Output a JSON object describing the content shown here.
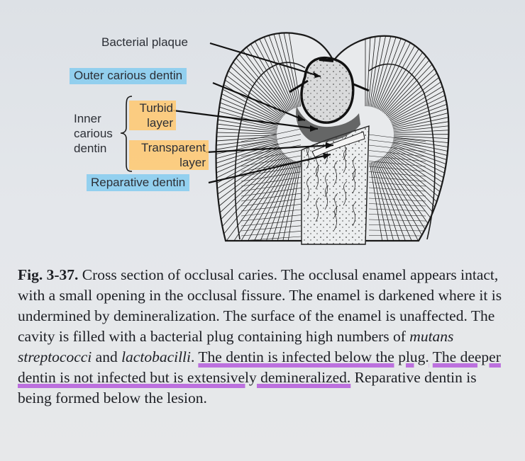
{
  "figure": {
    "labels": {
      "bacterial_plaque": "Bacterial plaque",
      "outer_carious_dentin": "Outer carious dentin",
      "inner_carious_dentin": "Inner carious dentin",
      "turbid_layer": "Turbid layer",
      "transparent_layer": "Transparent layer",
      "reparative_dentin": "Reparative dentin"
    }
  },
  "caption": {
    "figure_number": "Fig. 3-37.",
    "sentences": [
      "Cross section of occlusal caries.",
      "The occlusal enamel appears intact, with a small opening in the occlusal fissure.",
      "The enamel is darkened where it is undermined by demineralization.",
      "The surface of the enamel is unaffected.",
      "The cavity is filled with a bacterial plug containing high numbers of",
      "mutans streptococci",
      "and",
      "lactobacilli",
      ".",
      "The dentin is infected below the plug.",
      "The deeper dentin is not infected but is extensively demineralized.",
      "Reparative dentin is being formed below the lesion."
    ]
  },
  "colors": {
    "blue_highlight": "#78c8f0",
    "orange_highlight": "#ffc86e",
    "purple_underline": "#b45adc"
  }
}
